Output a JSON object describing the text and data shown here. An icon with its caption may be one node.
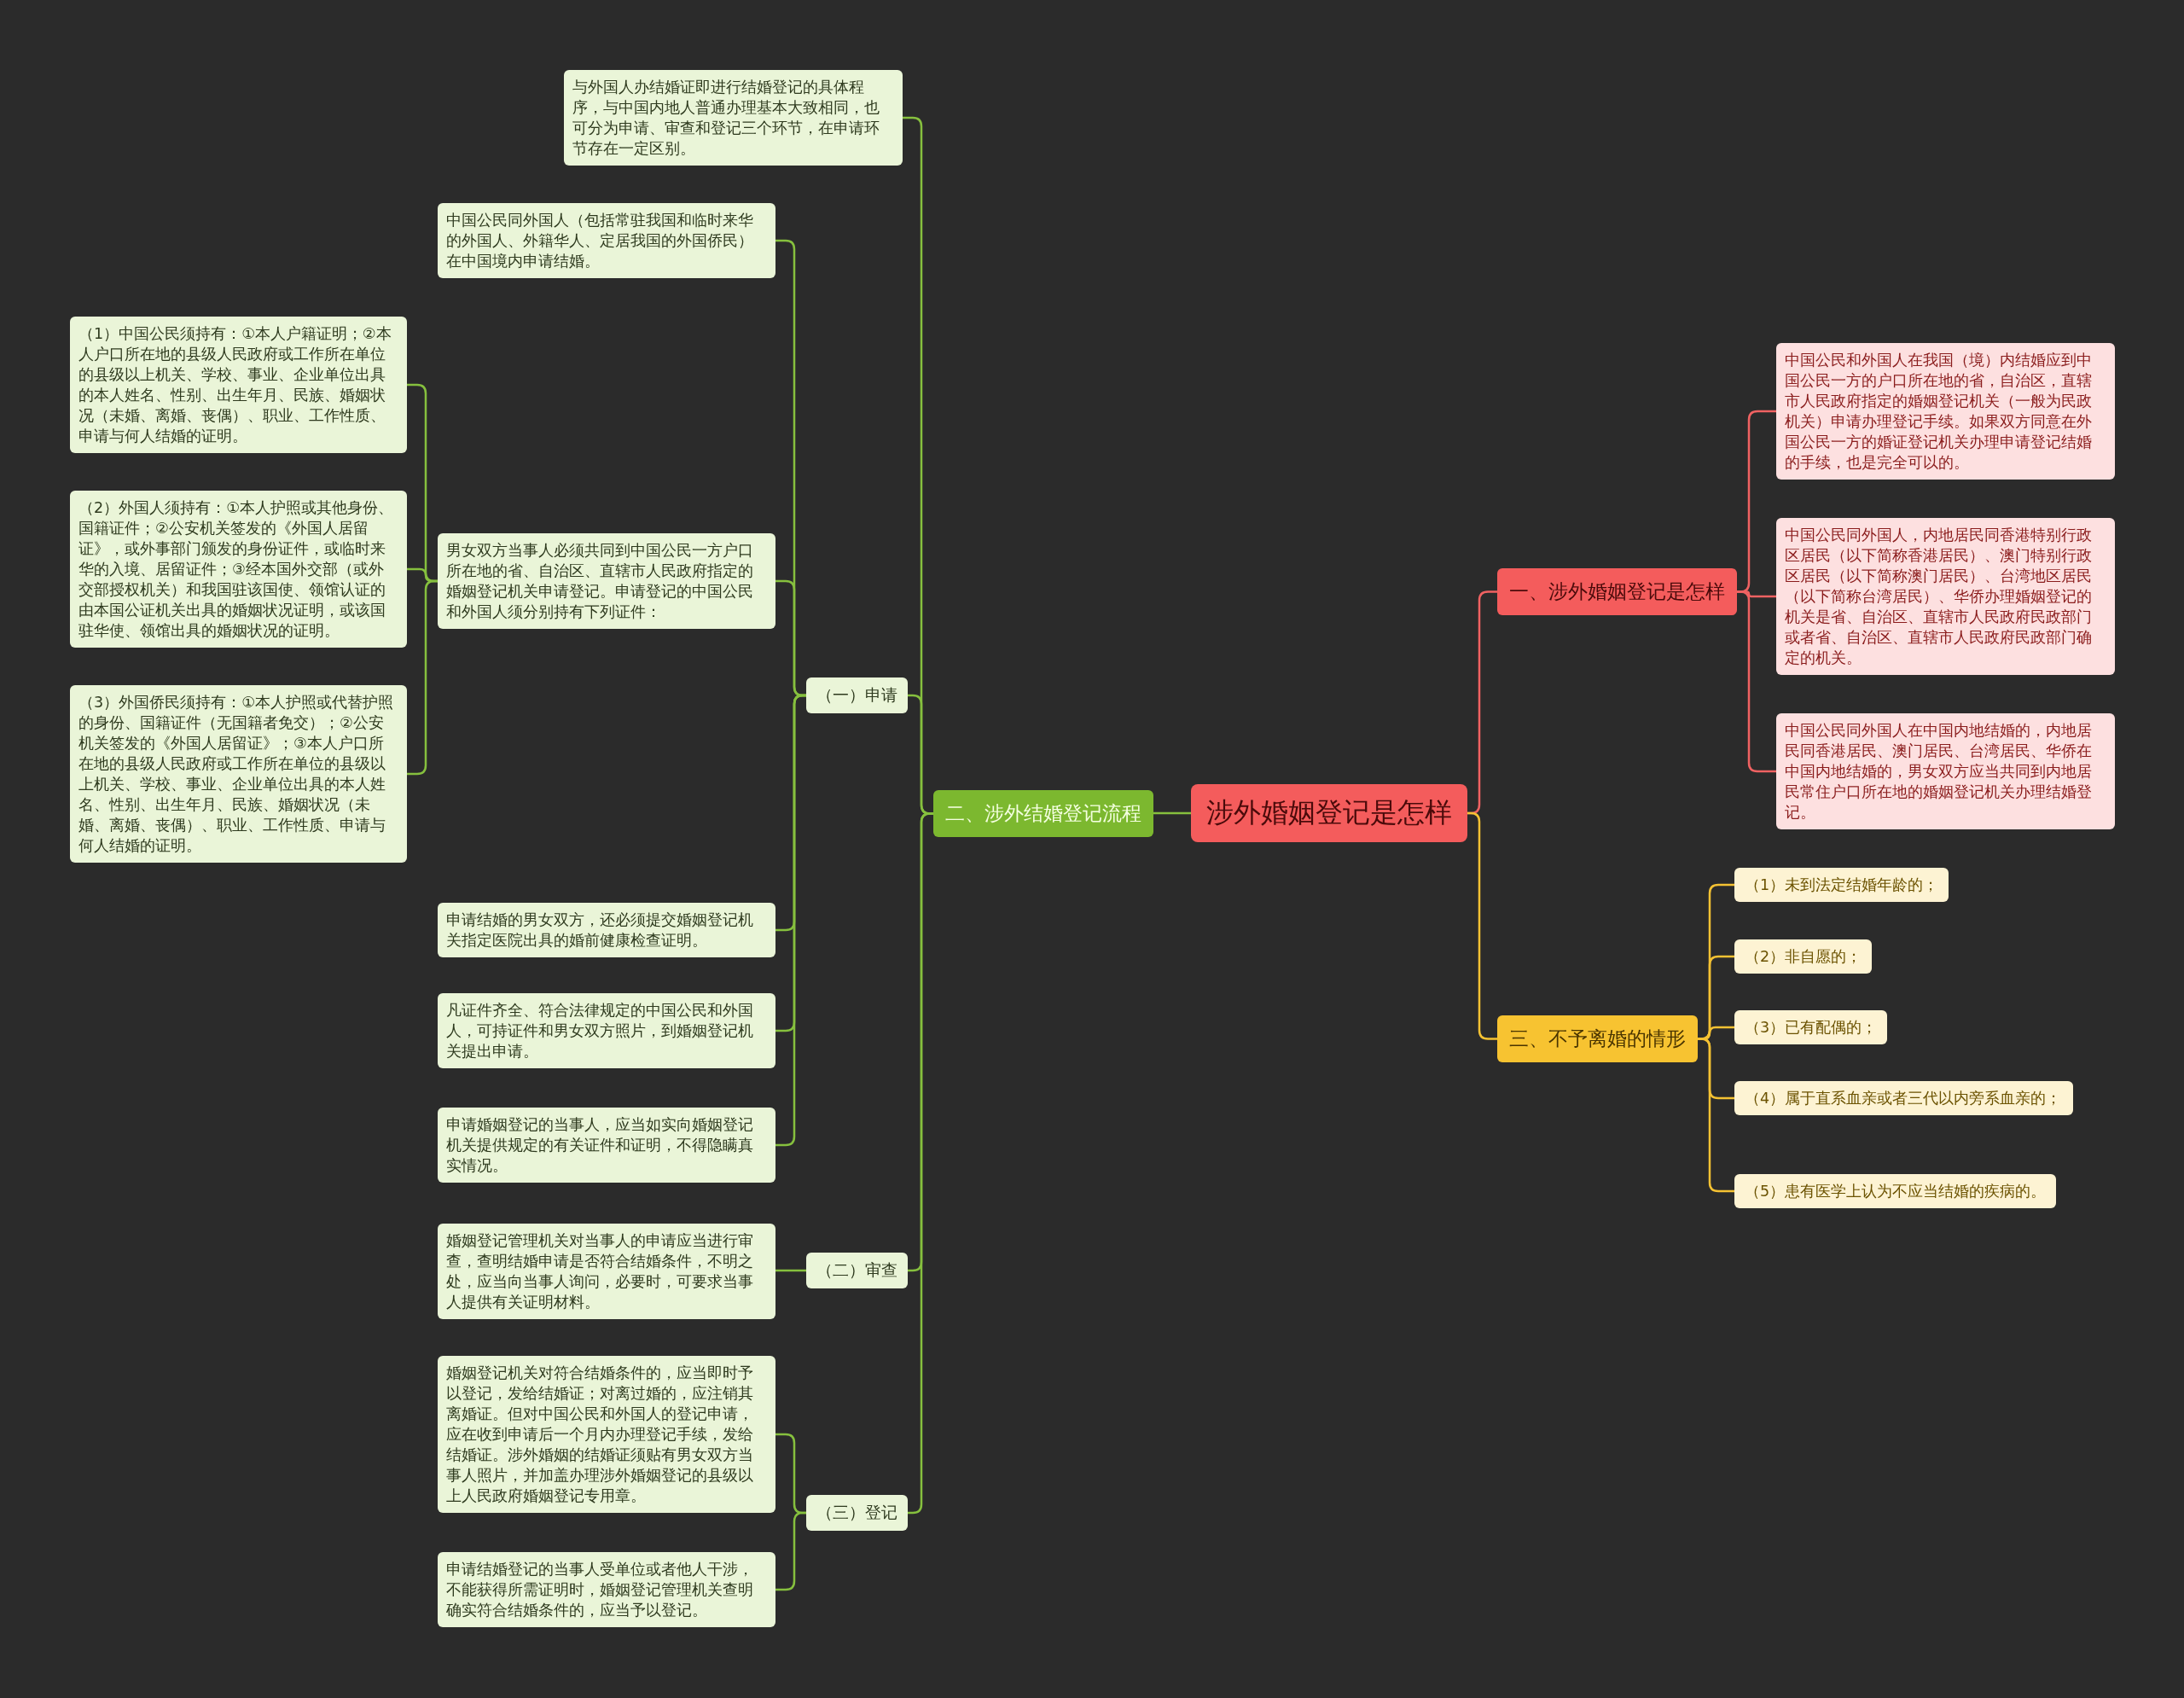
{
  "diagram": {
    "nodes": [
      {
        "text": [
          "涉外婚姻登记是怎样"
        ]
      },
      {
        "text": [
          "二、涉外结婚登记流程"
        ]
      },
      {
        "text": [
          "与外国人办结婚证即进行结婚登记的具体程序，与中国内地人普通办理基本大致相同，也可分为申请、审查和登记三个环节，在申请环节存在一定区别。"
        ]
      },
      {
        "text": [
          "（一）申请"
        ]
      },
      {
        "text": [
          "中国公民同外国人（包括常驻我国和临时来华的外国人、外籍华人、定居我国的外国侨民）在中国境内申请结婚。"
        ]
      },
      {
        "text": [
          "男女双方当事人必须共同到中国公民一方户口所在地的省、自治区、直辖市人民政府指定的婚姻登记机关申请登记。申请登记的中国公民和外国人须分别持有下列证件："
        ]
      },
      {
        "text": [
          "（1）中国公民须持有：①本人户籍证明；②本人户口所在地的县级人民政府或工作所在单位的县级以上机关、学校、事业、企业单位出具的本人姓名、性别、出生年月、民族、婚姻状况（未婚、离婚、丧偶）、职业、工作性质、申请与何人结婚的证明。"
        ]
      },
      {
        "text": [
          "（2）外国人须持有：①本人护照或其他身份、国籍证件；②公安机关签发的《外国人居留证》，或外事部门颁发的身份证件，或临时来华的入境、居留证件；③经本国外交部（或外交部授权机关）和我国驻该国使、领馆认证的由本国公证机关出具的婚姻状况证明，或该国驻华使、领馆出具的婚姻状况的证明。"
        ]
      },
      {
        "text": [
          "（3）外国侨民须持有：①本人护照或代替护照的身份、国籍证件（无国籍者免交）；②公安机关签发的《外国人居留证》；③本人户口所在地的县级人民政府或工作所在单位的县级以上机关、学校、事业、企业单位出具的本人姓名、性别、出生年月、民族、婚姻状况（未婚、离婚、丧偶）、职业、工作性质、申请与何人结婚的证明。"
        ]
      },
      {
        "text": [
          "申请结婚的男女双方，还必须提交婚姻登记机关指定医院出具的婚前健康检查证明。"
        ]
      },
      {
        "text": [
          "凡证件齐全、符合法律规定的中国公民和外国人，可持证件和男女双方照片，到婚姻登记机关提出申请。"
        ]
      },
      {
        "text": [
          "申请婚姻登记的当事人，应当如实向婚姻登记机关提供规定的有关证件和证明，不得隐瞒真实情况。"
        ]
      },
      {
        "text": [
          "（二）审查"
        ]
      },
      {
        "text": [
          "婚姻登记管理机关对当事人的申请应当进行审查，查明结婚申请是否符合结婚条件，不明之处，应当向当事人询问，必要时，可要求当事人提供有关证明材料。"
        ]
      },
      {
        "text": [
          "（三）登记"
        ]
      },
      {
        "text": [
          "婚姻登记机关对符合结婚条件的，应当即时予以登记，发给结婚证；对离过婚的，应注销其离婚证。但对中国公民和外国人的登记申请，应在收到申请后一个月内办理登记手续，发给结婚证。涉外婚姻的结婚证须贴有男女双方当事人照片，并加盖办理涉外婚姻登记的县级以上人民政府婚姻登记专用章。"
        ]
      },
      {
        "text": [
          "申请结婚登记的当事人受单位或者他人干涉，不能获得所需证明时，婚姻登记管理机关查明确实符合结婚条件的，应当予以登记。"
        ]
      },
      {
        "text": [
          "一、涉外婚姻登记是怎样"
        ]
      },
      {
        "text": [
          "中国公民和外国人在我国（境）内结婚应到中国公民一方的户口所在地的省，自治区，直辖市人民政府指定的婚姻登记机关（一般为民政机关）申请办理登记手续。如果双方同意在外国公民一方的婚证登记机关办理申请登记结婚的手续，也是完全可以的。"
        ]
      },
      {
        "text": [
          "中国公民同外国人，内地居民同香港特别行政区居民（以下简称香港居民）、澳门特别行政区居民（以下简称澳门居民）、台湾地区居民（以下简称台湾居民）、华侨办理婚姻登记的机关是省、自治区、直辖市人民政府民政部门或者省、自治区、直辖市人民政府民政部门确定的机关。"
        ]
      },
      {
        "text": [
          "中国公民同外国人在中国内地结婚的，内地居民同香港居民、澳门居民、台湾居民、华侨在中国内地结婚的，男女双方应当共同到内地居民常住户口所在地的婚姻登记机关办理结婚登记。"
        ]
      },
      {
        "text": [
          "三、不予离婚的情形"
        ]
      },
      {
        "text": [
          "（1）未到法定结婚年龄的；"
        ]
      },
      {
        "text": [
          "（2）非自愿的；"
        ]
      },
      {
        "text": [
          "（3）已有配偶的；"
        ]
      },
      {
        "text": [
          "（4）属于直系血亲或者三代以内旁系血亲的；"
        ]
      },
      {
        "text": [
          "（5）患有医学上认为不应当结婚的疾病的。"
        ]
      }
    ],
    "edges": [
      {
        "from": 0,
        "to": 1,
        "arrow": "none"
      },
      {
        "from": 1,
        "to": 2,
        "arrow": "none"
      },
      {
        "from": 1,
        "to": 3,
        "arrow": "none"
      },
      {
        "from": 3,
        "to": 4,
        "arrow": "none"
      },
      {
        "from": 3,
        "to": 5,
        "arrow": "none"
      },
      {
        "from": 5,
        "to": 6,
        "arrow": "none"
      },
      {
        "from": 5,
        "to": 7,
        "arrow": "none"
      },
      {
        "from": 5,
        "to": 8,
        "arrow": "none"
      },
      {
        "from": 3,
        "to": 9,
        "arrow": "none"
      },
      {
        "from": 3,
        "to": 10,
        "arrow": "none"
      },
      {
        "from": 3,
        "to": 11,
        "arrow": "none"
      },
      {
        "from": 1,
        "to": 12,
        "arrow": "none"
      },
      {
        "from": 12,
        "to": 13,
        "arrow": "none"
      },
      {
        "from": 1,
        "to": 14,
        "arrow": "none"
      },
      {
        "from": 14,
        "to": 15,
        "arrow": "none"
      },
      {
        "from": 14,
        "to": 16,
        "arrow": "none"
      },
      {
        "from": 0,
        "to": 17,
        "arrow": "none",
        "color": "#f06262"
      },
      {
        "from": 17,
        "to": 18,
        "arrow": "none",
        "color": "#f06262"
      },
      {
        "from": 17,
        "to": 19,
        "arrow": "none",
        "color": "#f06262"
      },
      {
        "from": 17,
        "to": 20,
        "arrow": "none",
        "color": "#f06262"
      },
      {
        "from": 0,
        "to": 21,
        "arrow": "none",
        "color": "#f5c233"
      },
      {
        "from": 21,
        "to": 22,
        "arrow": "none",
        "color": "#f5c233"
      },
      {
        "from": 21,
        "to": 23,
        "arrow": "none",
        "color": "#f5c233"
      },
      {
        "from": 21,
        "to": 24,
        "arrow": "none",
        "color": "#f5c233"
      },
      {
        "from": 21,
        "to": 25,
        "arrow": "none",
        "color": "#f5c233"
      },
      {
        "from": 21,
        "to": 26,
        "arrow": "none",
        "color": "#f5c233"
      }
    ]
  }
}
